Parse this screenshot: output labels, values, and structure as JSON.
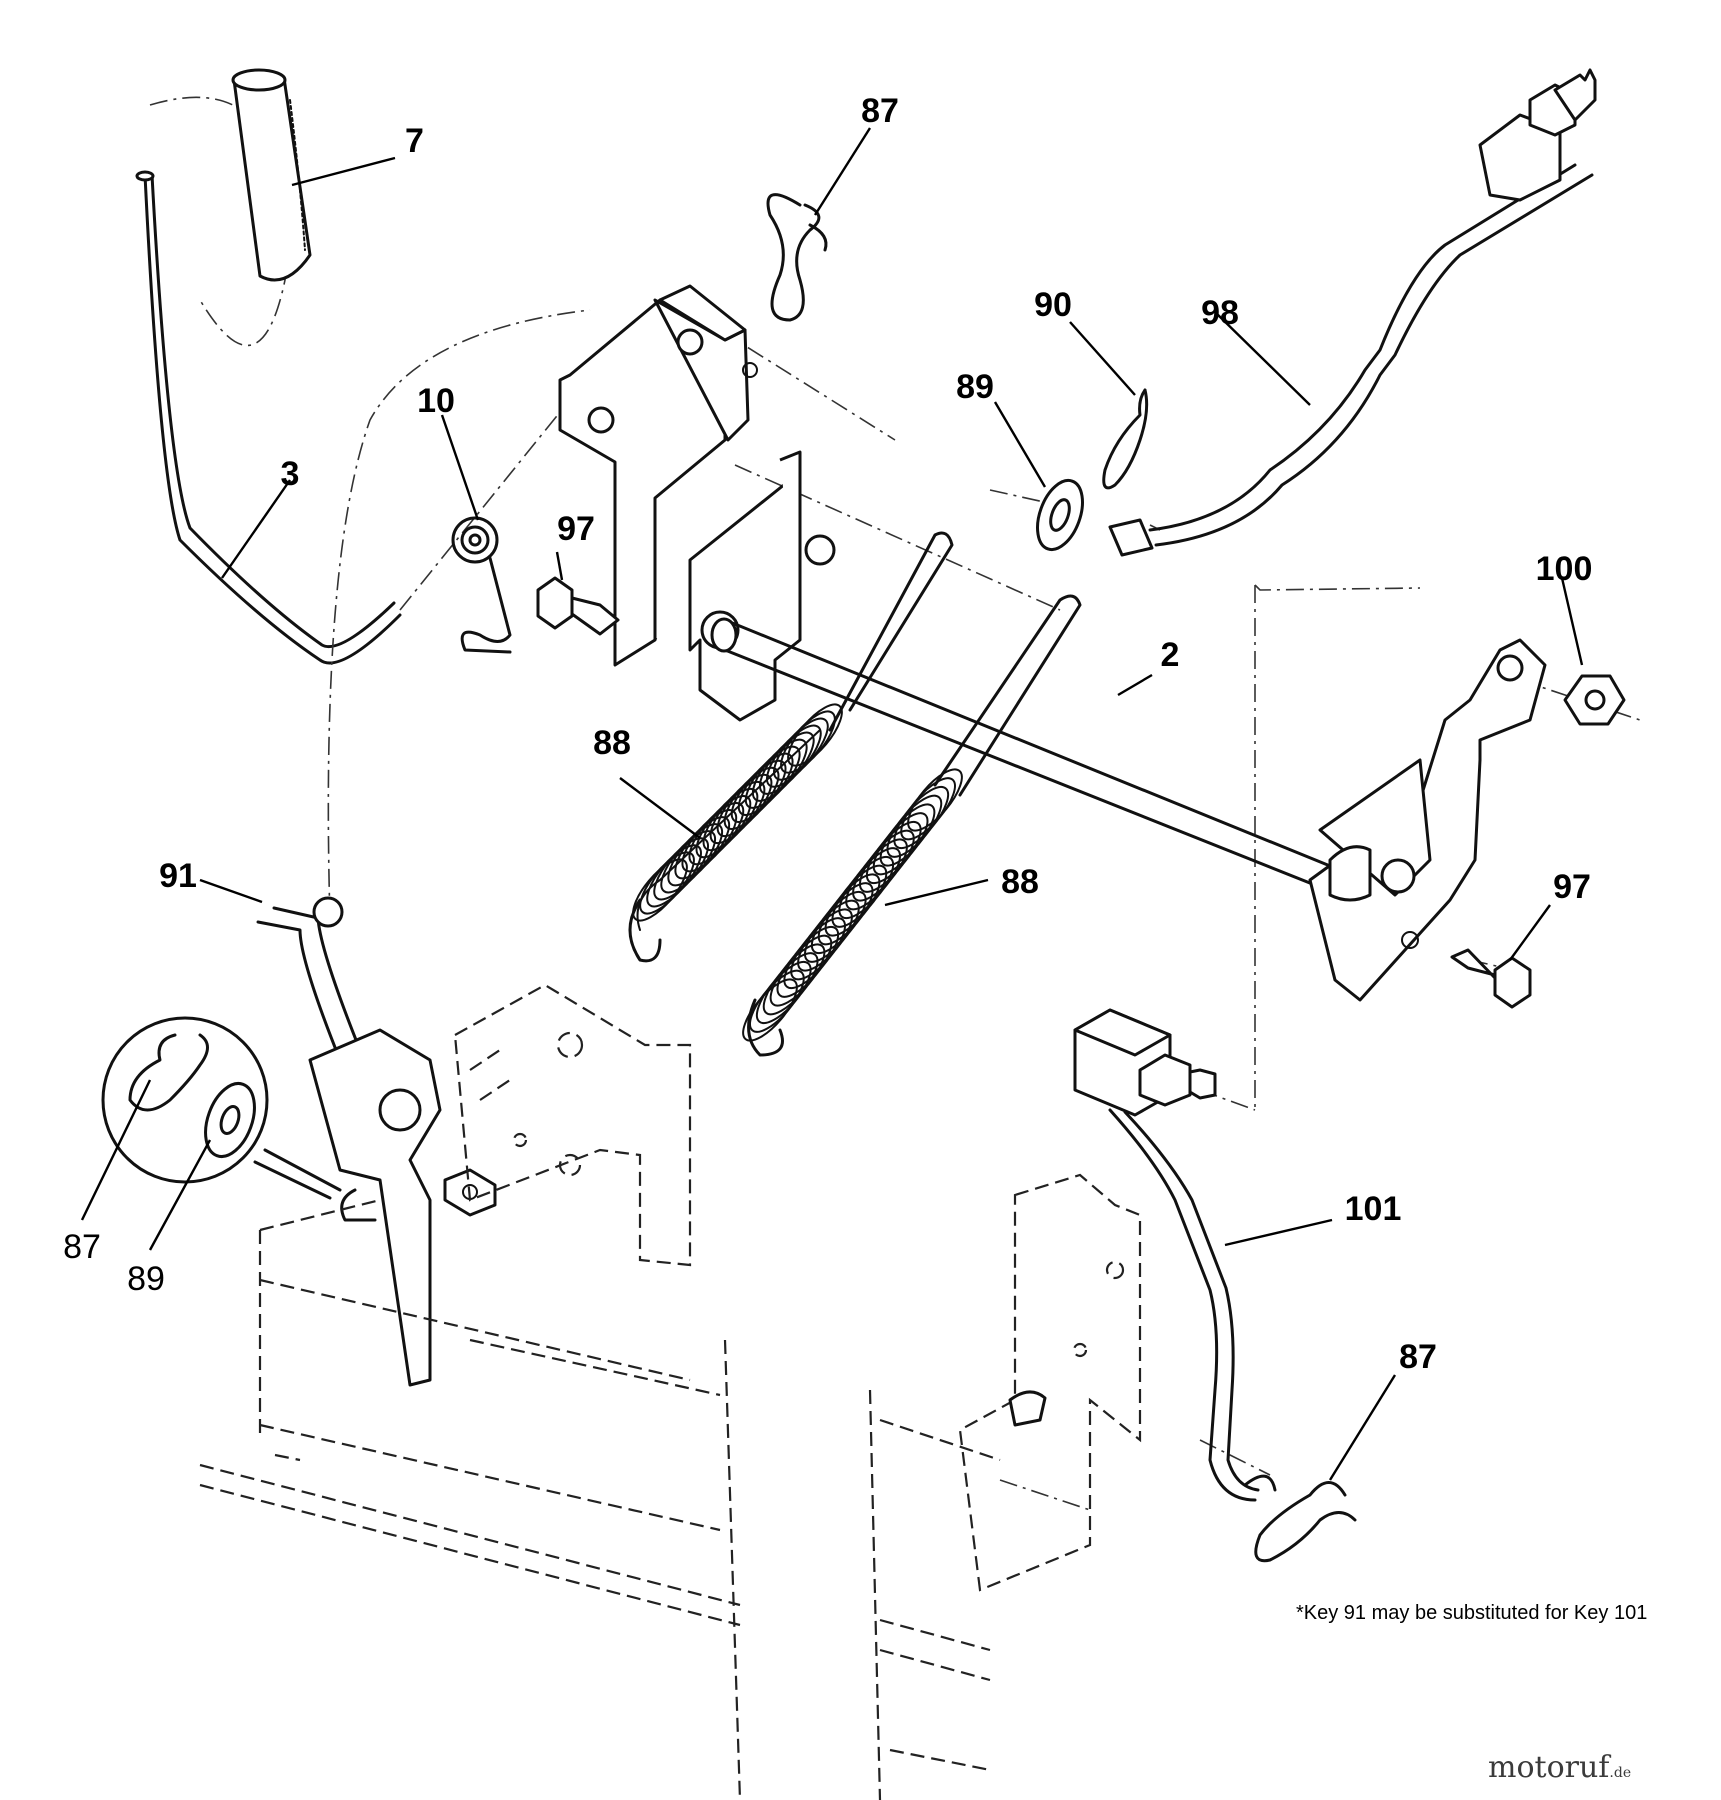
{
  "diagram": {
    "labels": [
      {
        "id": "c7",
        "text": "7",
        "bold": true
      },
      {
        "id": "c87a",
        "text": "87",
        "bold": true
      },
      {
        "id": "c90",
        "text": "90",
        "bold": true
      },
      {
        "id": "c98",
        "text": "98",
        "bold": true
      },
      {
        "id": "c89a",
        "text": "89",
        "bold": true
      },
      {
        "id": "c10",
        "text": "10",
        "bold": true
      },
      {
        "id": "c3",
        "text": "3",
        "bold": true
      },
      {
        "id": "c97a",
        "text": "97",
        "bold": true
      },
      {
        "id": "c100",
        "text": "100",
        "bold": true
      },
      {
        "id": "c2",
        "text": "2",
        "bold": true
      },
      {
        "id": "c88a",
        "text": "88",
        "bold": true
      },
      {
        "id": "c88b",
        "text": "88",
        "bold": true
      },
      {
        "id": "c91",
        "text": "91",
        "bold": true
      },
      {
        "id": "c97b",
        "text": "97",
        "bold": true
      },
      {
        "id": "c87b",
        "text": "87",
        "bold": false
      },
      {
        "id": "c89b",
        "text": "89",
        "bold": false
      },
      {
        "id": "c101",
        "text": "101",
        "bold": true
      },
      {
        "id": "c87c",
        "text": "87",
        "bold": true
      }
    ],
    "footnote": "*Key 91 may be substituted for Key 101",
    "watermark": {
      "main": "motoruf",
      "suffix": ".de"
    }
  }
}
